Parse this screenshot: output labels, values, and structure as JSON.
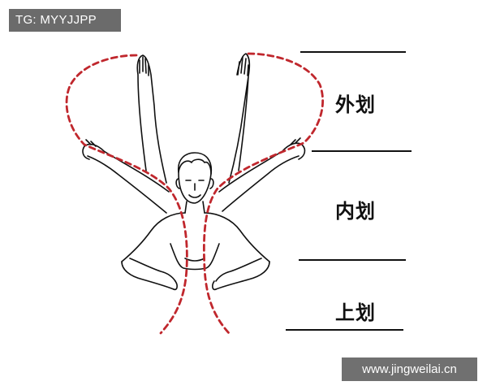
{
  "watermarks": {
    "top": "TG: MYYJJPP",
    "bottom": "www.jingweilai.cn"
  },
  "stroke_phases": {
    "outer": "外划",
    "inner": "内划",
    "upper": "上划"
  },
  "colors": {
    "path": "#c0272d",
    "ink": "#111111",
    "divider": "#111111"
  }
}
